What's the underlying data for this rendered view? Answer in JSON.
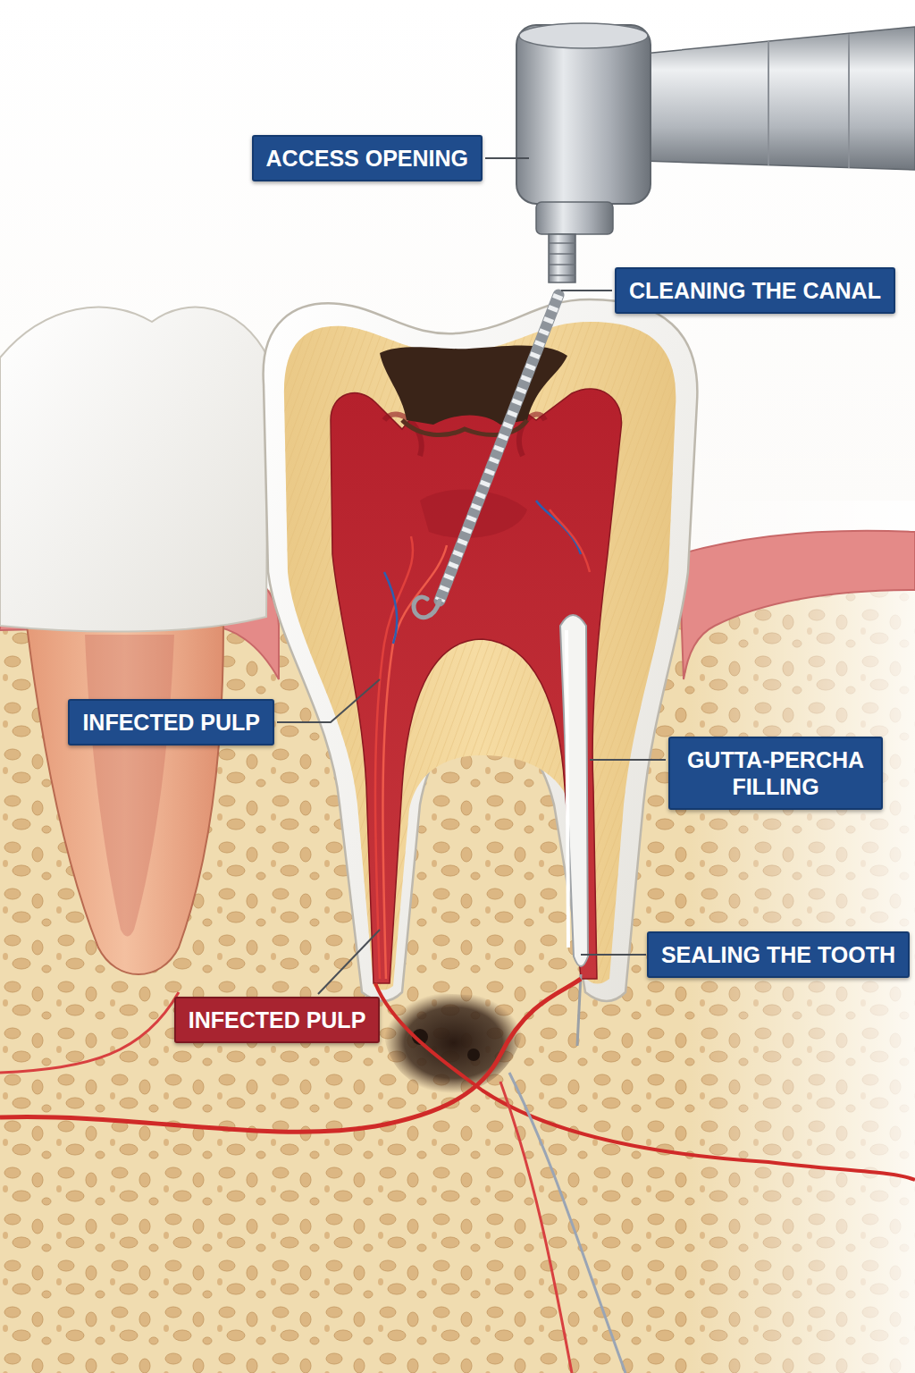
{
  "diagram": {
    "nodes": [
      {
        "text": [
          "ACCESS OPENING"
        ]
      },
      {
        "text": [
          "CLEANING THE CANAL"
        ]
      },
      {
        "text": [
          "INFECTED PULP"
        ]
      },
      {
        "text": [
          "GUTTA-PERCHA FILLING"
        ]
      },
      {
        "text": [
          "SEALING THE TOOTH"
        ]
      },
      {
        "text": [
          "INFECTED PULP"
        ]
      }
    ]
  }
}
